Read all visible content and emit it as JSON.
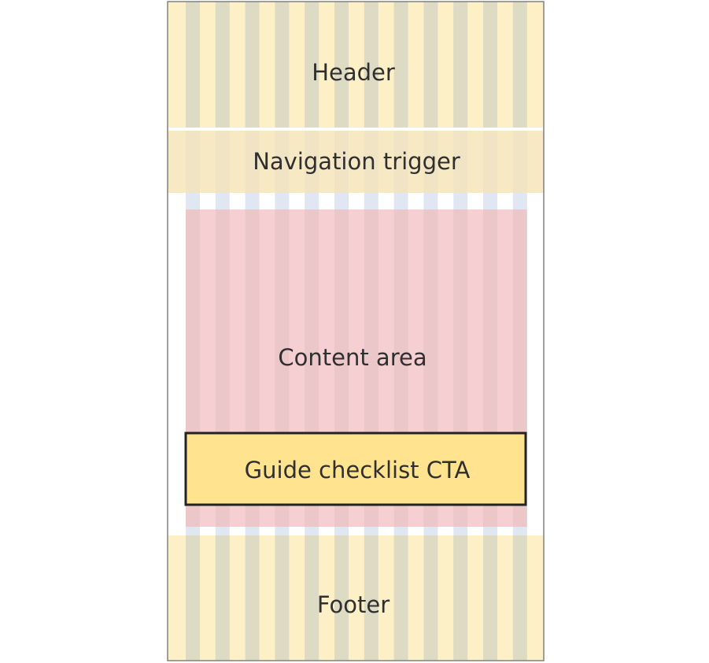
{
  "regions": {
    "header": {
      "label": "Header"
    },
    "nav": {
      "label": "Navigation trigger"
    },
    "content": {
      "label": "Content area"
    },
    "cta": {
      "label": "Guide checklist CTA"
    },
    "footer": {
      "label": "Footer"
    }
  },
  "colors": {
    "frame_border": "#808080",
    "page_bg": "#ffffff",
    "grid_light": "#fdefc6",
    "grid_dark": "#dedbc4",
    "nav_overlay": "#f6e7c4",
    "content_overlay": "#f5c5c8",
    "blue_gutter": "#e1e7f2",
    "cta_fill": "#ffe38e",
    "cta_border": "#232323",
    "text": "#2f2f2f"
  }
}
